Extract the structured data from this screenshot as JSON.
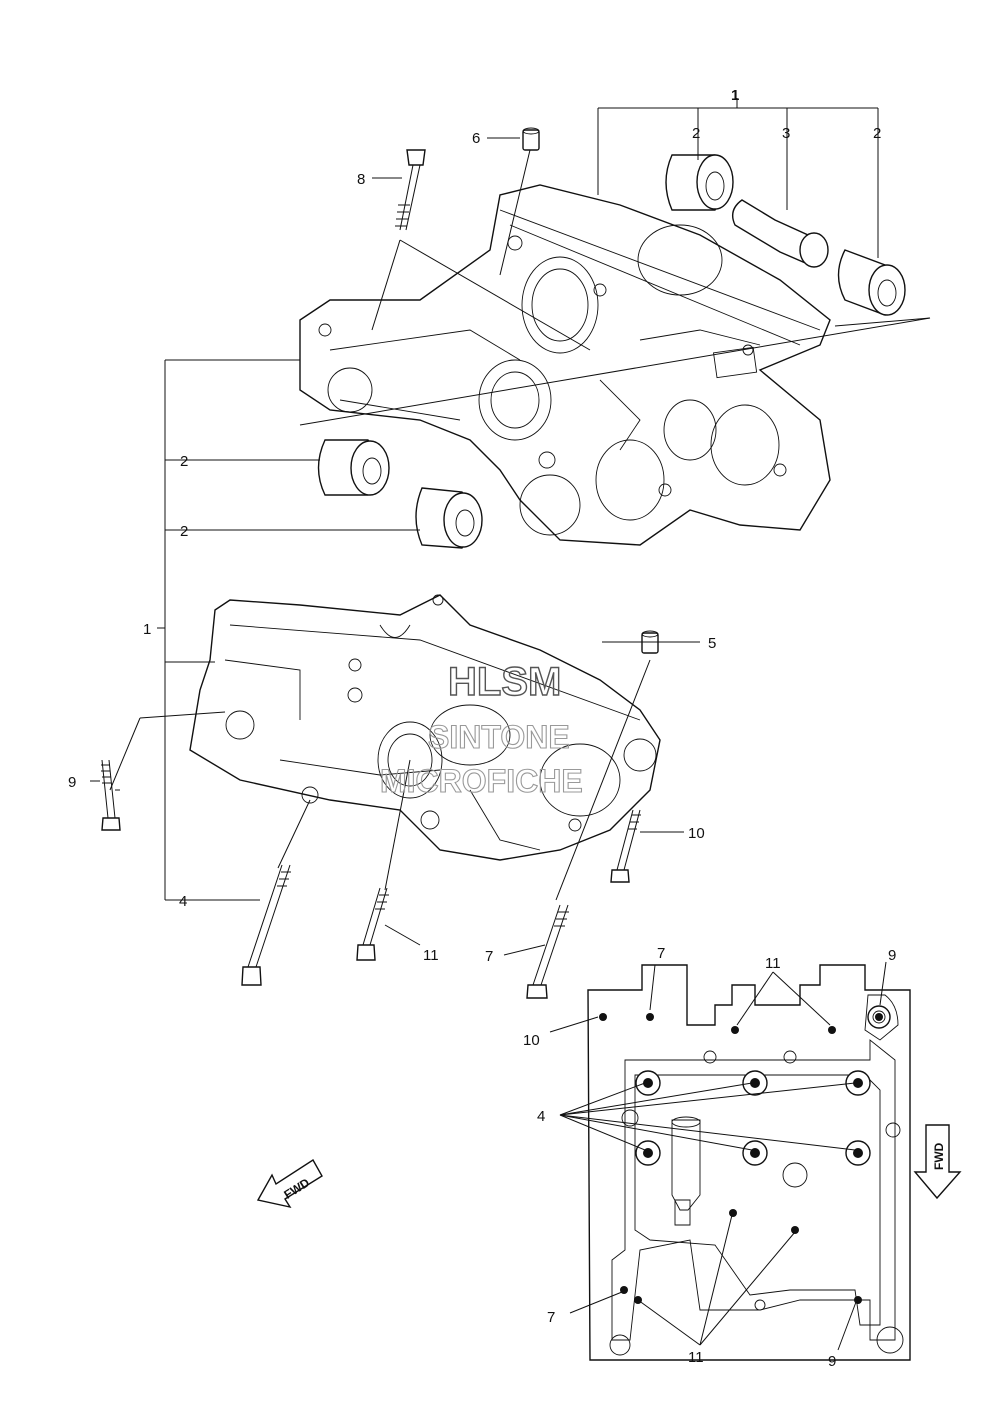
{
  "diagram": {
    "watermark": {
      "line1": "HLSM",
      "line2": "SINTONE",
      "line3": "MICROFICHE"
    },
    "fwd_arrows": [
      {
        "name": "fwd-arrow-left",
        "label": "FWD"
      },
      {
        "name": "fwd-arrow-right",
        "label": "FWD"
      }
    ],
    "callouts": [
      {
        "id": "c1-top",
        "text": "1"
      },
      {
        "id": "c2-top-left",
        "text": "2"
      },
      {
        "id": "c3-top",
        "text": "3"
      },
      {
        "id": "c2-top-right",
        "text": "2"
      },
      {
        "id": "c6",
        "text": "6"
      },
      {
        "id": "c8",
        "text": "8"
      },
      {
        "id": "c2-mid-a",
        "text": "2"
      },
      {
        "id": "c2-mid-b",
        "text": "2"
      },
      {
        "id": "c1-left",
        "text": "1"
      },
      {
        "id": "c5",
        "text": "5"
      },
      {
        "id": "c9-left",
        "text": "9"
      },
      {
        "id": "c10-right",
        "text": "10"
      },
      {
        "id": "c4-left",
        "text": "4"
      },
      {
        "id": "c11-mid",
        "text": "11"
      },
      {
        "id": "c7-mid",
        "text": "7"
      },
      {
        "id": "c7-inset-top",
        "text": "7"
      },
      {
        "id": "c11-inset-top",
        "text": "11"
      },
      {
        "id": "c9-inset-top",
        "text": "9"
      },
      {
        "id": "c10-inset",
        "text": "10"
      },
      {
        "id": "c4-inset",
        "text": "4"
      },
      {
        "id": "c7-inset-bottom",
        "text": "7"
      },
      {
        "id": "c11-inset-bottom",
        "text": "11"
      },
      {
        "id": "c9-inset-bottom",
        "text": "9"
      }
    ]
  }
}
